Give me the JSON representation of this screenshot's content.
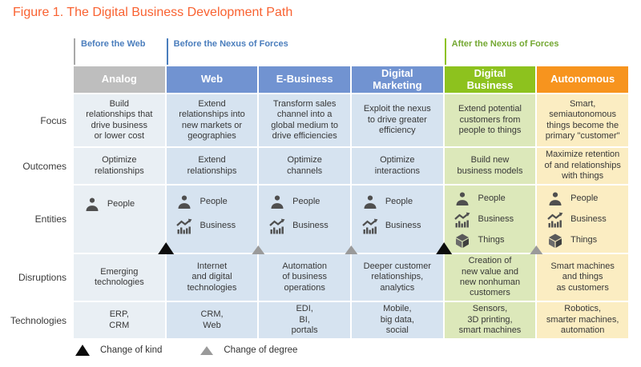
{
  "title": "Figure 1. The Digital Business Development Path",
  "eras": [
    {
      "label": "Before the Web",
      "columns": [
        "Analog"
      ]
    },
    {
      "label": "Before the Nexus of Forces",
      "columns": [
        "Web",
        "E-Business",
        "Digital Marketing"
      ]
    },
    {
      "label": "After the Nexus of Forces",
      "columns": [
        "Digital Business",
        "Autonomous"
      ]
    }
  ],
  "columns": [
    {
      "label": "Analog",
      "theme": "gray"
    },
    {
      "label": "Web",
      "theme": "blue"
    },
    {
      "label": "E-Business",
      "theme": "blue"
    },
    {
      "label": "Digital\nMarketing",
      "theme": "blue"
    },
    {
      "label": "Digital\nBusiness",
      "theme": "green"
    },
    {
      "label": "Autonomous",
      "theme": "orange"
    }
  ],
  "rows": [
    {
      "label": "Focus",
      "cells": [
        "Build\nrelationships that\ndrive business\nor lower cost",
        "Extend\nrelationships into\nnew markets or\ngeographies",
        "Transform sales\nchannel into a\nglobal medium to\ndrive efficiencies",
        "Exploit the nexus\nto drive greater\nefficiency",
        "Extend potential\ncustomers from\npeople to things",
        "Smart,\nsemiautonomous\nthings become the\nprimary \"customer\""
      ]
    },
    {
      "label": "Outcomes",
      "cells": [
        "Optimize\nrelationships",
        "Extend\nrelationships",
        "Optimize\nchannels",
        "Optimize\ninteractions",
        "Build new\nbusiness models",
        "Maximize retention\nof and relationships\nwith things"
      ]
    },
    {
      "label": "Entities",
      "cells": [
        [
          "People"
        ],
        [
          "People",
          "Business"
        ],
        [
          "People",
          "Business"
        ],
        [
          "People",
          "Business"
        ],
        [
          "People",
          "Business",
          "Things"
        ],
        [
          "People",
          "Business",
          "Things"
        ]
      ]
    },
    {
      "label": "Disruptions",
      "cells": [
        "Emerging\ntechnologies",
        "Internet\nand digital\ntechnologies",
        "Automation\nof business\noperations",
        "Deeper customer\nrelationships,\nanalytics",
        "Creation of\nnew value and\nnew nonhuman\ncustomers",
        "Smart machines\nand things\nas customers"
      ]
    },
    {
      "label": "Technologies",
      "cells": [
        "ERP,\nCRM",
        "CRM,\nWeb",
        "EDI,\nBI,\nportals",
        "Mobile,\nbig data,\nsocial",
        "Sensors,\n3D printing,\nsmart machines",
        "Robotics,\nsmarter machines,\nautomation"
      ]
    }
  ],
  "markers": {
    "change_of_kind_boundaries": [
      "Analog to Web",
      "Digital Marketing to Digital Business"
    ],
    "change_of_degree_boundaries": [
      "Web to E-Business",
      "E-Business to Digital Marketing",
      "Digital Business to Autonomous"
    ]
  },
  "legend": [
    {
      "label": "Change of kind",
      "marker": "black-triangle"
    },
    {
      "label": "Change of degree",
      "marker": "gray-triangle"
    }
  ],
  "colors": {
    "title_orange": "#F96231",
    "era_text_blue": "#4B7EBD",
    "era_text_green": "#74A832",
    "era_line_gray": "#A9A9A9",
    "header_gray": "#BEBEBE",
    "header_blue": "#7193D1",
    "header_green": "#8DC21E",
    "header_orange": "#F7941E",
    "cell_gray_blue": "#E9EFF4",
    "cell_blue": "#D6E3F0",
    "cell_green": "#DCE8BA",
    "cell_yellow": "#FBEDC2",
    "marker_black": "#0C0C0C",
    "marker_gray": "#9A9A9A",
    "icon_gray": "#4F4F4F"
  }
}
